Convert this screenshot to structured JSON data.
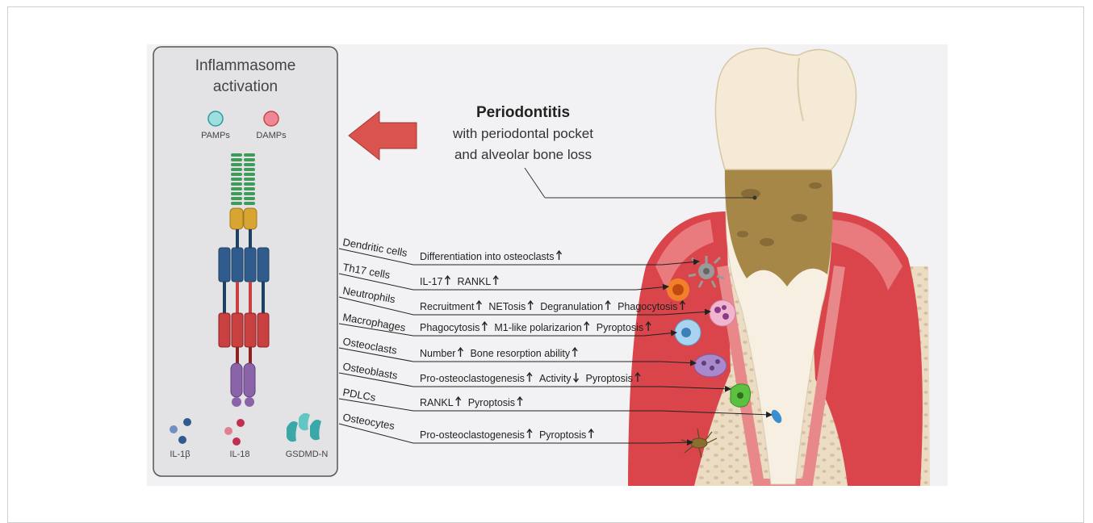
{
  "colors": {
    "panel_fill": "#e3e3e5",
    "arrow_red": "#d9534f",
    "gum_red": "#d9454a",
    "bone": "#ecdcc3",
    "tooth_crown": "#f4ead6",
    "tooth_root": "#a68748",
    "receptor_green": "#3e9b5a",
    "receptor_gold": "#d8a532",
    "receptor_blue": "#2f5c8c",
    "receptor_red": "#c84040",
    "receptor_purple": "#8b63a8"
  },
  "inflammasome": {
    "title_line1": "Inflammasome",
    "title_line2": "activation",
    "pamps": "PAMPs",
    "damps": "DAMPs",
    "il1b": "IL-1β",
    "il18": "IL-18",
    "gsdmd": "GSDMD-N"
  },
  "periodontitis": {
    "title": "Periodontitis",
    "line2": "with periodontal pocket",
    "line3": "and alveolar bone loss"
  },
  "cells": [
    {
      "name": "Dendritic cells",
      "effects": [
        {
          "text": "Differentiation into osteoclasts",
          "dir": "up"
        }
      ],
      "icon": "dendritic-cell-icon"
    },
    {
      "name": "Th17 cells",
      "effects": [
        {
          "text": "IL-17",
          "dir": "up"
        },
        {
          "text": "RANKL",
          "dir": "up"
        }
      ],
      "icon": "th17-cell-icon"
    },
    {
      "name": "Neutrophils",
      "effects": [
        {
          "text": "Recruitment",
          "dir": "up"
        },
        {
          "text": "NETosis",
          "dir": "up"
        },
        {
          "text": "Degranulation",
          "dir": "up"
        },
        {
          "text": "Phagocytosis",
          "dir": "up"
        }
      ],
      "icon": "neutrophil-icon"
    },
    {
      "name": "Macrophages",
      "effects": [
        {
          "text": "Phagocytosis",
          "dir": "up"
        },
        {
          "text": "M1-like polarizarion",
          "dir": "up"
        },
        {
          "text": "Pyroptosis",
          "dir": "up"
        }
      ],
      "icon": "macrophage-icon"
    },
    {
      "name": "Osteoclasts",
      "effects": [
        {
          "text": "Number",
          "dir": "up"
        },
        {
          "text": "Bone resorption ability",
          "dir": "up"
        }
      ],
      "icon": "osteoclast-icon"
    },
    {
      "name": "Osteoblasts",
      "effects": [
        {
          "text": "Pro-osteoclastogenesis",
          "dir": "up"
        },
        {
          "text": "Activity",
          "dir": "down"
        },
        {
          "text": "Pyroptosis",
          "dir": "up"
        }
      ],
      "icon": "osteoblast-icon"
    },
    {
      "name": "PDLCs",
      "effects": [
        {
          "text": "RANKL",
          "dir": "up"
        },
        {
          "text": "Pyroptosis",
          "dir": "up"
        }
      ],
      "icon": "pdlc-icon"
    },
    {
      "name": "Osteocytes",
      "effects": [
        {
          "text": "Pro-osteoclastogenesis",
          "dir": "up"
        },
        {
          "text": "Pyroptosis",
          "dir": "up"
        }
      ],
      "icon": "osteocyte-icon"
    }
  ]
}
